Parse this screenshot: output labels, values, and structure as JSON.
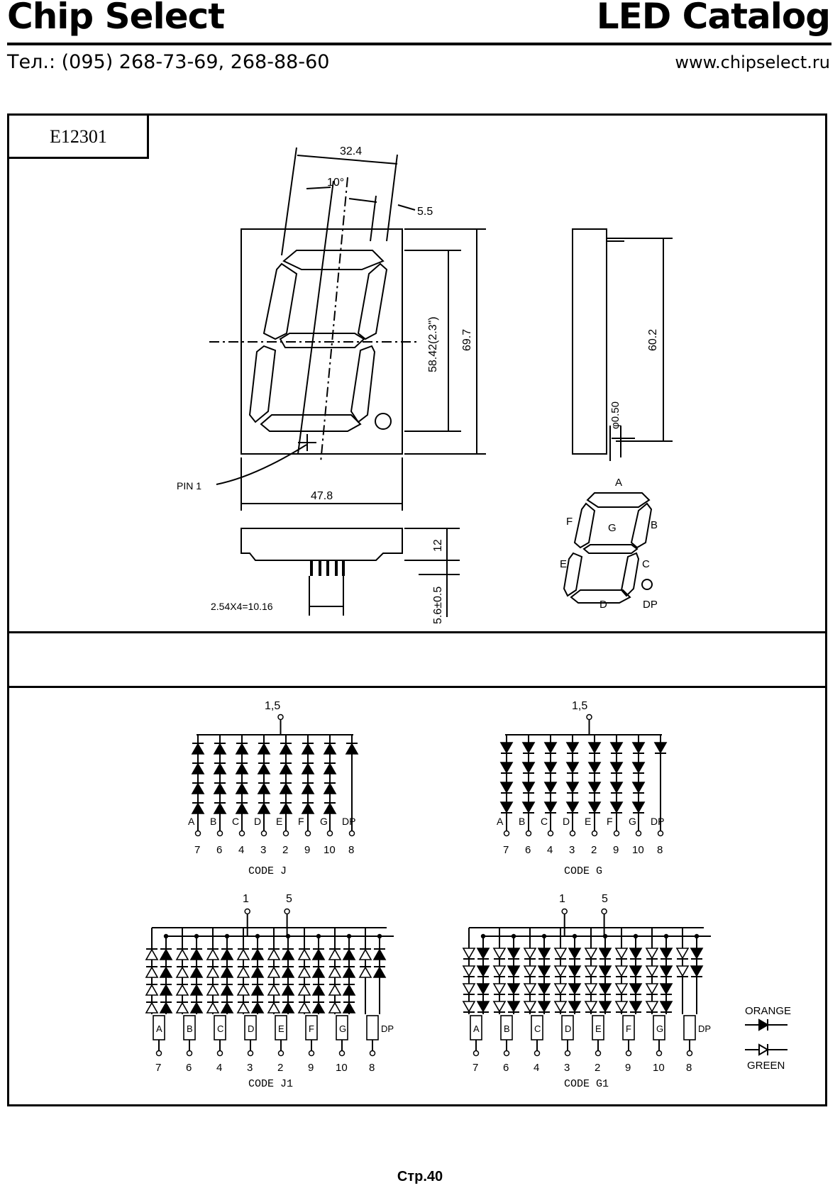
{
  "header": {
    "brand": "Chip Select",
    "catalog": "LED Catalog",
    "phone": "Тел.: (095) 268-73-69, 268-88-60",
    "website": "www.chipselect.ru"
  },
  "model": "E12301",
  "dimensions": {
    "top_width": "32.4",
    "angle": "10°",
    "segment_width": "5.5",
    "digit_height": "58.42(2.3\")",
    "body_height": "69.7",
    "body_width": "47.8",
    "side_height": "60.2",
    "pin_diameter": "φ0.50",
    "depth": "12",
    "pin_length": "5.6±0.5",
    "pin_pitch": "2.54X4=10.16",
    "pin1_label": "PIN 1"
  },
  "segment_map": {
    "labels": [
      "A",
      "B",
      "C",
      "D",
      "E",
      "F",
      "G",
      "DP"
    ]
  },
  "circuits": {
    "common_pins": "1,5",
    "common_pin_1": "1",
    "common_pin_5": "5",
    "segment_labels": [
      "A",
      "B",
      "C",
      "D",
      "E",
      "F",
      "G",
      "DP"
    ],
    "pin_numbers": [
      "7",
      "6",
      "4",
      "3",
      "2",
      "9",
      "10",
      "8"
    ],
    "code_j": "CODE J",
    "code_g": "CODE G",
    "code_j1": "CODE J1",
    "code_g1": "CODE G1"
  },
  "legend": {
    "orange": "ORANGE",
    "green": "GREEN"
  },
  "footer": "Стр.40"
}
